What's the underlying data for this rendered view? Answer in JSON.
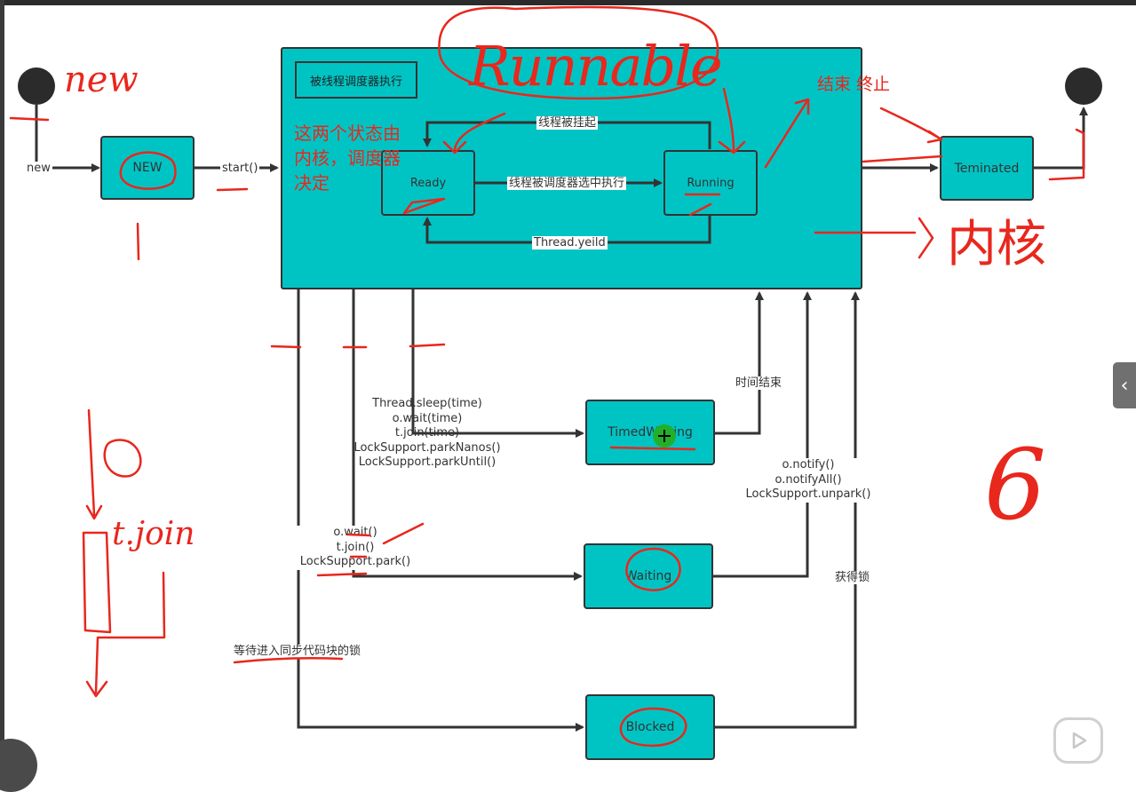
{
  "states": {
    "new": "NEW",
    "ready": "Ready",
    "running": "Running",
    "terminated": "Teminated",
    "timed_waiting": "TimedWaiting",
    "waiting": "Waiting",
    "blocked": "Blocked"
  },
  "container_title": "被线程调度器执行",
  "edges": {
    "new": "new",
    "start": "start()",
    "suspended": "线程被挂起",
    "selected": "线程被调度器选中执行",
    "yield": "Thread.yeild",
    "time_end": "时间结束",
    "acquire_lock": "获得锁",
    "wait_sync_lock": "等待进入同步代码块的锁",
    "timed_calls": [
      "Thread.sleep(time)",
      "o.wait(time)",
      "t.join(time)",
      "LockSupport.parkNanos()",
      "LockSupport.parkUntil()"
    ],
    "wait_calls": [
      "o.wait()",
      "t.join()",
      "LockSupport.park()"
    ],
    "notify_calls": [
      "o.notify()",
      "o.notifyAll()",
      "LockSupport.unpark()"
    ]
  },
  "annotations": {
    "state_decided": "这两个状态由内核，调度器决定",
    "end": "结束 终止"
  },
  "handwriting": {
    "new": "new",
    "runnable": "Runnable",
    "kernel": "内核",
    "six": "6",
    "tjoin": "t.join"
  },
  "ui": {
    "side_tab": "‹"
  },
  "colors": {
    "state_fill": "#00c4c4",
    "annotation_red": "#e8271d",
    "stroke": "#333333"
  }
}
